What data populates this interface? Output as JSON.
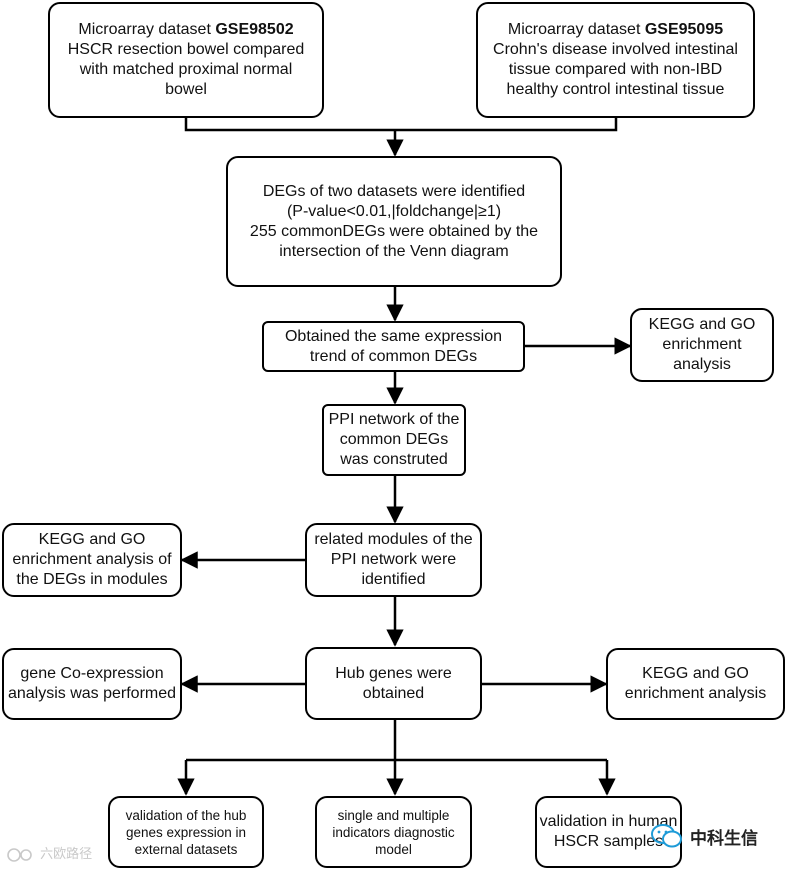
{
  "nodes": {
    "gse98502": {
      "line1_prefix": "Microarray dataset ",
      "line1_bold": "GSE98502",
      "line2": "HSCR resection bowel compared",
      "line3": "with  matched proximal normal",
      "line4": "bowel"
    },
    "gse95095": {
      "line1_prefix": "Microarray dataset ",
      "line1_bold": "GSE95095",
      "line2": "Crohn's disease involved intestinal",
      "line3": "tissue compared with  non-IBD",
      "line4": "healthy control intestinal tissue"
    },
    "degs": {
      "line1": "DEGs of two datasets were identified",
      "line2": "(P-value<0.01,|foldchange|≥1)",
      "line3": "255 commonDEGs were obtained by the",
      "line4": "intersection of the Venn diagram"
    },
    "trend": {
      "line1": "Obtained the same expression",
      "line2": "trend of common DEGs"
    },
    "kegg1": {
      "line1": "KEGG and GO",
      "line2": "enrichment",
      "line3": "analysis"
    },
    "ppi": {
      "line1": "PPI network of the",
      "line2": "common DEGs",
      "line3": "was construted"
    },
    "modules": {
      "line1": "related modules of the",
      "line2": "PPI network were",
      "line3": "identified"
    },
    "kegg_modules": {
      "line1": "KEGG and GO",
      "line2": "enrichment analysis of",
      "line3": "the DEGs in modules"
    },
    "hub": {
      "line1": "Hub genes were",
      "line2": "obtained"
    },
    "coexp": {
      "line1": "gene Co-expression",
      "line2": "analysis was performed"
    },
    "kegg_hub": {
      "line1": "KEGG and GO",
      "line2": "enrichment analysis"
    },
    "validation_ext": {
      "line1": "validation of the hub",
      "line2": "genes expression in",
      "line3": "external datasets"
    },
    "diagnostic": {
      "line1": "single and multiple",
      "line2": "indicators diagnostic",
      "line3": "model"
    },
    "validation_hscr": {
      "line1": "validation in human",
      "line2": "HSCR samples"
    }
  },
  "watermarks": {
    "left": "六欧路径",
    "right": "中科生信"
  },
  "colors": {
    "stroke": "#000000",
    "background": "#ffffff",
    "watermark_logo": "#1e9bd7"
  }
}
